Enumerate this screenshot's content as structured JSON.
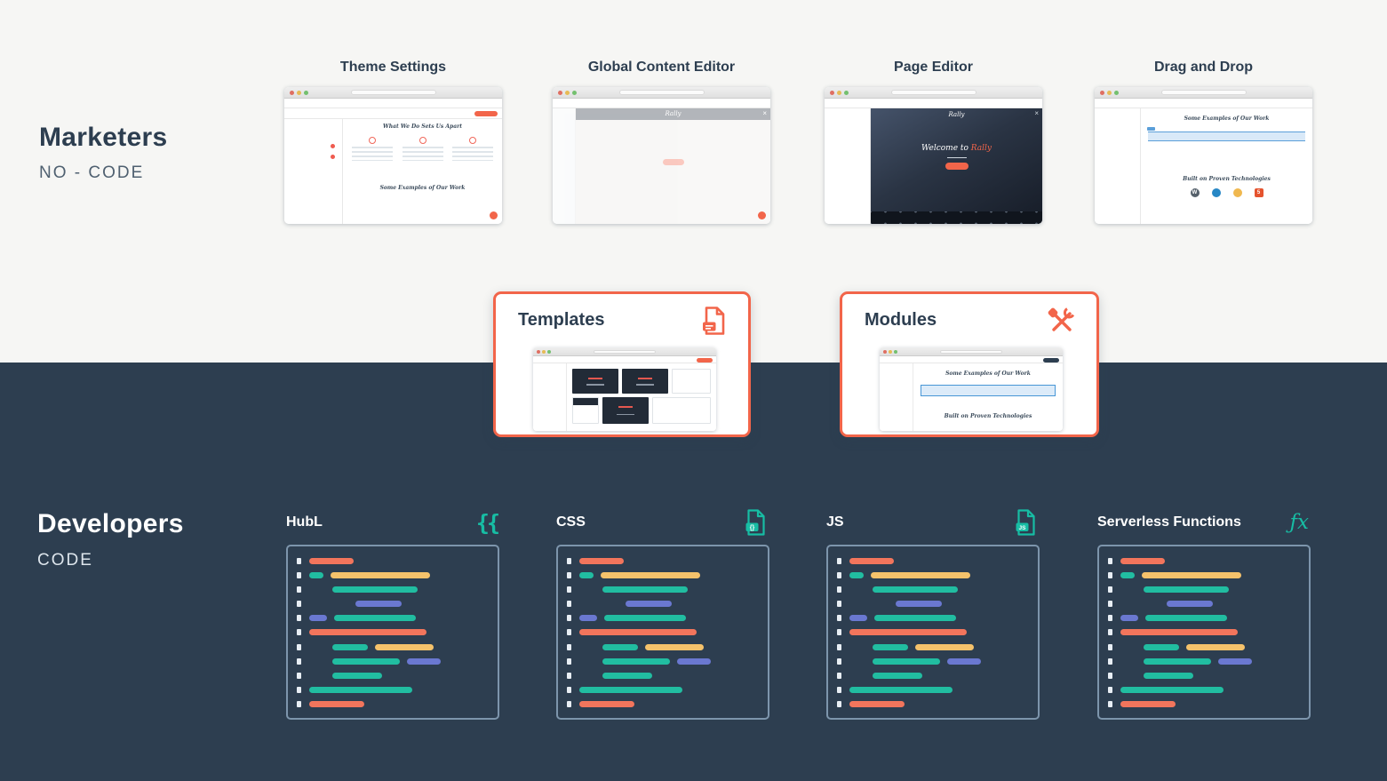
{
  "palette": {
    "light_bg": "#f6f6f4",
    "dark_bg": "#2d3e50",
    "accent": "#f2654a",
    "teal": "#17bda4",
    "code_orange": "#f2755c",
    "code_yellow": "#f5c26b",
    "code_teal": "#21bda1",
    "code_purple": "#6a78d1"
  },
  "marketers": {
    "title": "Marketers",
    "subtitle": "NO - CODE",
    "thumbnails": [
      {
        "label": "Theme Settings",
        "heading1": "What We Do Sets Us Apart",
        "heading2": "Some Examples of Our Work"
      },
      {
        "label": "Global Content Editor",
        "brand": "Rally"
      },
      {
        "label": "Page Editor",
        "brand": "Rally",
        "hero_prefix": "Welcome to ",
        "hero_accent": "Rally"
      },
      {
        "label": "Drag and Drop",
        "heading1": "Some Examples of Our Work",
        "heading2": "Built on Proven Technologies"
      }
    ]
  },
  "bridge": {
    "templates": {
      "title": "Templates"
    },
    "modules": {
      "title": "Modules",
      "heading1": "Some Examples of Our Work",
      "heading2": "Built on Proven Technologies"
    }
  },
  "developers": {
    "title": "Developers",
    "subtitle": "CODE",
    "cards": [
      {
        "label": "HubL",
        "icon_glyph": "{{"
      },
      {
        "label": "CSS",
        "badge": "{}"
      },
      {
        "label": "JS",
        "badge": "JS"
      },
      {
        "label": "Serverless Functions",
        "icon_glyph": "ƒx"
      }
    ]
  },
  "code_lines": [
    {
      "indent": 0,
      "segments": [
        {
          "c": "orange",
          "w": 50
        }
      ]
    },
    {
      "indent": 0,
      "segments": [
        {
          "c": "teal",
          "w": 16
        },
        {
          "c": "yellow",
          "w": 112
        }
      ]
    },
    {
      "indent": 26,
      "segments": [
        {
          "c": "teal",
          "w": 96
        }
      ]
    },
    {
      "indent": 52,
      "segments": [
        {
          "c": "purple",
          "w": 52
        }
      ]
    },
    {
      "indent": 0,
      "segments": [
        {
          "c": "purple",
          "w": 20
        },
        {
          "c": "teal",
          "w": 92
        }
      ]
    },
    {
      "indent": 0,
      "segments": [
        {
          "c": "orange",
          "w": 132
        }
      ]
    },
    {
      "indent": 26,
      "segments": [
        {
          "c": "teal",
          "w": 40
        },
        {
          "c": "yellow",
          "w": 66
        }
      ]
    },
    {
      "indent": 26,
      "segments": [
        {
          "c": "teal",
          "w": 76
        },
        {
          "c": "purple",
          "w": 38
        }
      ]
    },
    {
      "indent": 26,
      "segments": [
        {
          "c": "teal",
          "w": 56
        }
      ]
    },
    {
      "indent": 0,
      "segments": [
        {
          "c": "teal",
          "w": 116
        }
      ]
    },
    {
      "indent": 0,
      "segments": [
        {
          "c": "orange",
          "w": 62
        }
      ]
    }
  ],
  "gutter_dash_count": 11
}
